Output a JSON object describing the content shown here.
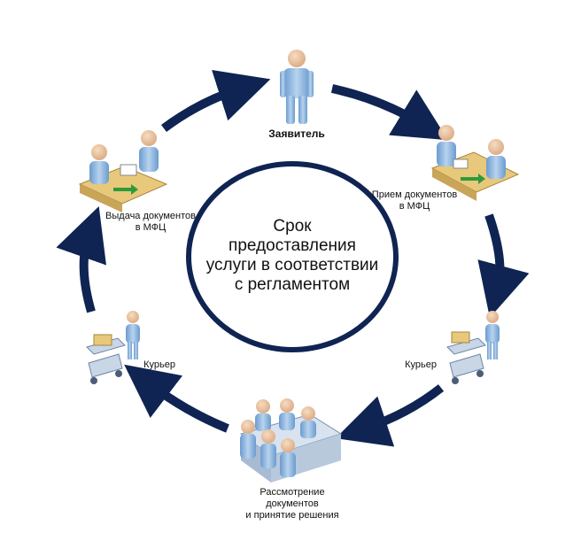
{
  "center": {
    "lines": [
      "Срок",
      "предоставления",
      "услуги в соответствии",
      "с регламентом"
    ]
  },
  "nodes": {
    "applicant": "Заявитель",
    "reception": [
      "Прием документов",
      "в МФЦ"
    ],
    "courier_right": "Курьер",
    "review": [
      "Рассмотрение",
      "документов",
      "и принятие решения"
    ],
    "courier_left": "Курьер",
    "issuance": [
      "Выдача документов",
      "в МФЦ"
    ]
  },
  "colors": {
    "arrow": "#0f2452",
    "ring": "#0f2452",
    "figure": "#8fb7de",
    "desk": "#e8c87a",
    "green_arrow": "#2e9a3a"
  }
}
